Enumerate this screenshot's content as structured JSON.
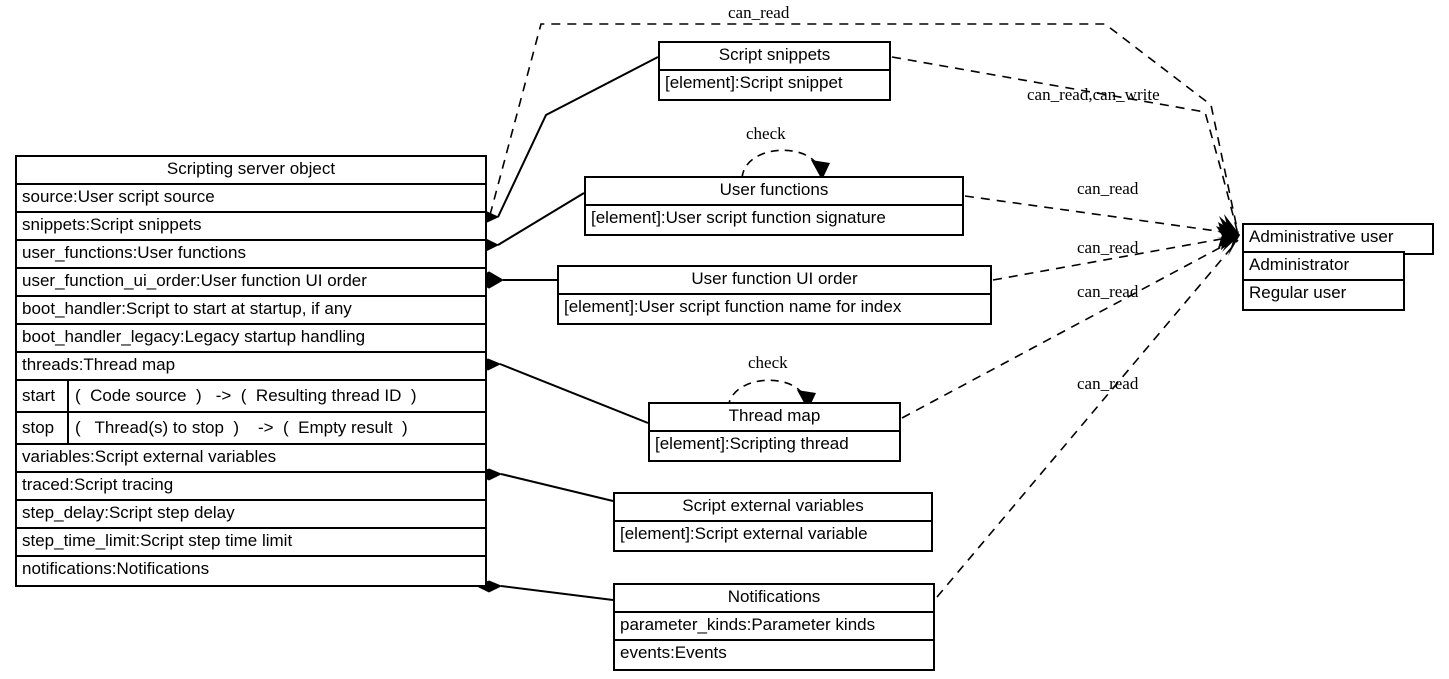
{
  "diagram": {
    "title": "Scripting server object",
    "classes": {
      "scripting_server_object": {
        "name": "Scripting server object",
        "attributes": [
          "source:User script source",
          "snippets:Script snippets",
          "user_functions:User functions",
          "user_function_ui_order:User function UI order",
          "boot_handler:Script to start at startup, if any",
          "boot_handler_legacy:Legacy startup handling",
          "threads:Thread map"
        ],
        "operations": [
          {
            "name": "start",
            "signature": "(  Code source  )   ->  (  Resulting thread ID  )"
          },
          {
            "name": "stop",
            "signature": "(   Thread(s) to stop  )    ->  (  Empty result  )"
          }
        ],
        "attributes_tail": [
          "variables:Script external variables",
          "traced:Script tracing",
          "step_delay:Script step delay",
          "step_time_limit:Script step time limit",
          "notifications:Notifications"
        ]
      },
      "script_snippets": {
        "name": "Script snippets",
        "rows": [
          "[element]:Script snippet"
        ]
      },
      "user_functions": {
        "name": "User functions",
        "rows": [
          "[element]:User script function signature"
        ]
      },
      "user_function_ui_order": {
        "name": "User function UI order",
        "rows": [
          "[element]:User script function name for index"
        ]
      },
      "thread_map": {
        "name": "Thread map",
        "rows": [
          "[element]:Scripting thread"
        ]
      },
      "script_external_variables": {
        "name": "Script external variables",
        "rows": [
          "[element]:Script external variable"
        ]
      },
      "notifications": {
        "name": "Notifications",
        "rows": [
          "parameter_kinds:Parameter kinds",
          "events:Events"
        ]
      },
      "administrative_user": {
        "name": "Administrative user",
        "rows": [
          "Administrator",
          "Regular user"
        ]
      }
    },
    "edge_labels": {
      "can_read_top": "can_read",
      "can_read_can_write": "can_read,can_write",
      "can_read_functions": "can_read",
      "can_read_ui_order_a": "can_read",
      "can_read_ui_order_b": "can_read",
      "can_read_threads": "can_read",
      "check_user_functions": "check",
      "check_thread_map": "check"
    },
    "colors": {
      "line": "#000000",
      "fill": "#ffffff",
      "text": "#000000"
    }
  }
}
